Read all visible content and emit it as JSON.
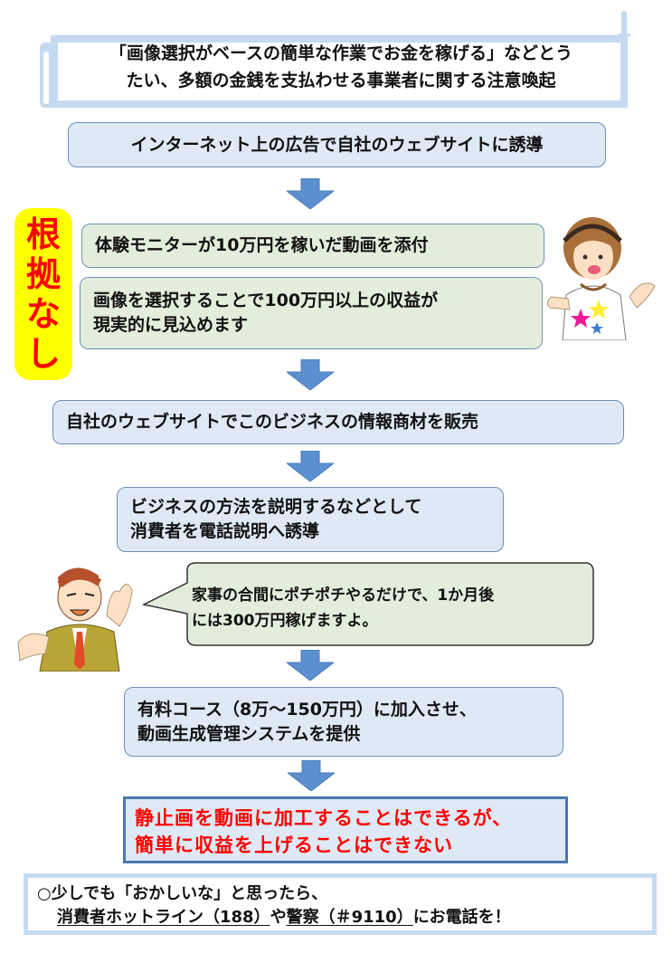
{
  "banner": {
    "title": "「画像選択がベースの簡単な作業でお金を稼げる」などとう\nたい、多額の金銭を支払わせる事業者に関する注意喚起"
  },
  "steps": [
    {
      "id": "step-1",
      "text": "インターネット上の広告で自社のウェブサイトに誘導"
    },
    {
      "id": "claim-1",
      "text": "体験モニターが10万円を稼いだ動画を添付"
    },
    {
      "id": "claim-2",
      "text": "画像を選択することで100万円以上の収益が\n現実的に見込めます"
    },
    {
      "id": "step-2",
      "text": "自社のウェブサイトでこのビジネスの情報商材を販売"
    },
    {
      "id": "step-3",
      "text": "ビジネスの方法を説明するなどとして\n消費者を電話説明へ誘導"
    },
    {
      "id": "step-4",
      "text": "有料コース（8万～150万円）に加入させ、\n動画生成管理システムを提供"
    }
  ],
  "badge": {
    "chars": [
      "根",
      "拠",
      "な",
      "し"
    ]
  },
  "speech_bubble": {
    "text": "家事の合間にポチポチやるだけで、1か月後\nには300万円稼げますよ。"
  },
  "conclusion": {
    "text": "静止画を動画に加工することはできるが、\n簡単に収益を上げることはできない"
  },
  "hotline": {
    "line1": "○少しでも「おかしいな」と思ったら、",
    "consumer_hotline": "消費者ホットライン（188）",
    "connector": "や",
    "police": "警察（＃9110）",
    "suffix": "にお電話を！"
  },
  "illustrations": {
    "woman": "woman-gesturing-illustration",
    "man": "salesman-illustration"
  },
  "colors": {
    "arrow": "#5b8fd0",
    "box_blue": "#dfe9f5",
    "box_green": "#e3eddc",
    "badge_bg": "#ffff00",
    "warning_text": "#ff0000",
    "scroll_border": "#c5daf0"
  }
}
